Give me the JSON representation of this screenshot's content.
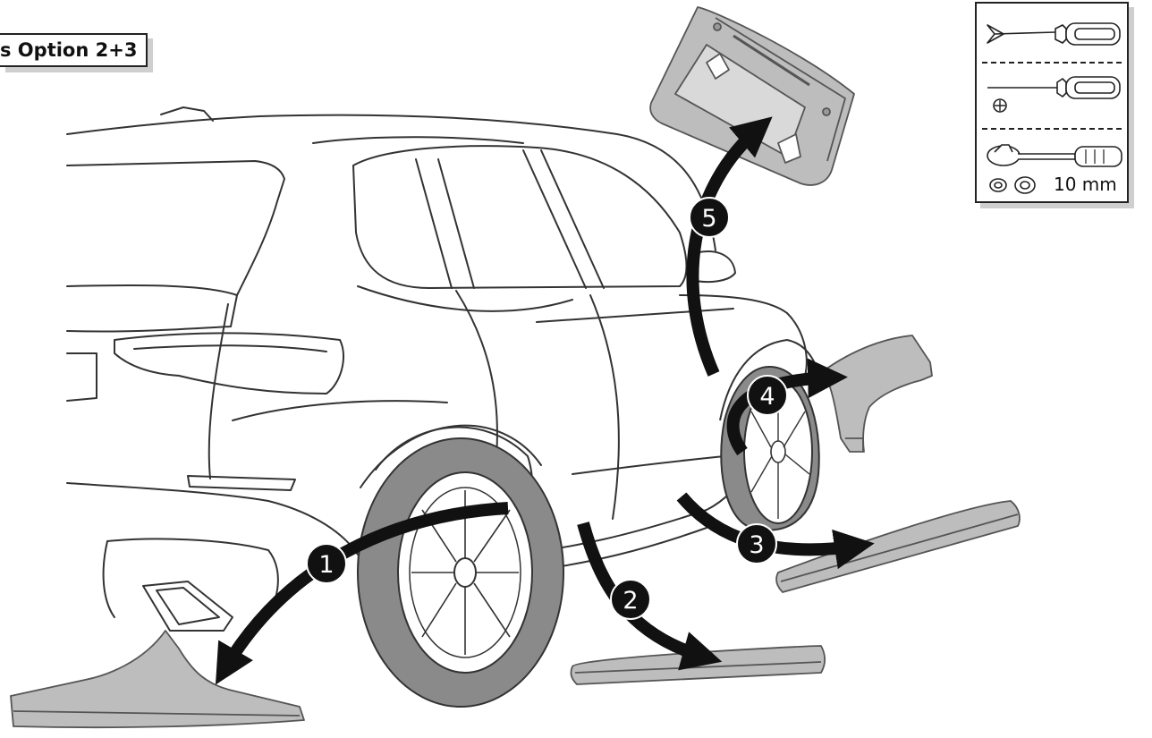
{
  "header": {
    "option_label": "s Option 2+3"
  },
  "tools": {
    "items": [
      "trim-removal-tool-icon",
      "phillips-screwdriver-icon",
      "ratchet-wrench-icon",
      "socket-icon"
    ],
    "socket_size": "10 mm"
  },
  "steps": [
    {
      "number": "1",
      "part": "rear-bumper-trim"
    },
    {
      "number": "2",
      "part": "rear-sill-trim"
    },
    {
      "number": "3",
      "part": "front-sill-trim"
    },
    {
      "number": "4",
      "part": "wheel-arch-trim"
    },
    {
      "number": "5",
      "part": "wheel-housing-cover"
    }
  ],
  "colors": {
    "part_fill": "#bdbdbd",
    "arrow": "#111111",
    "line": "#333333",
    "tire": "#8a8a8a"
  }
}
